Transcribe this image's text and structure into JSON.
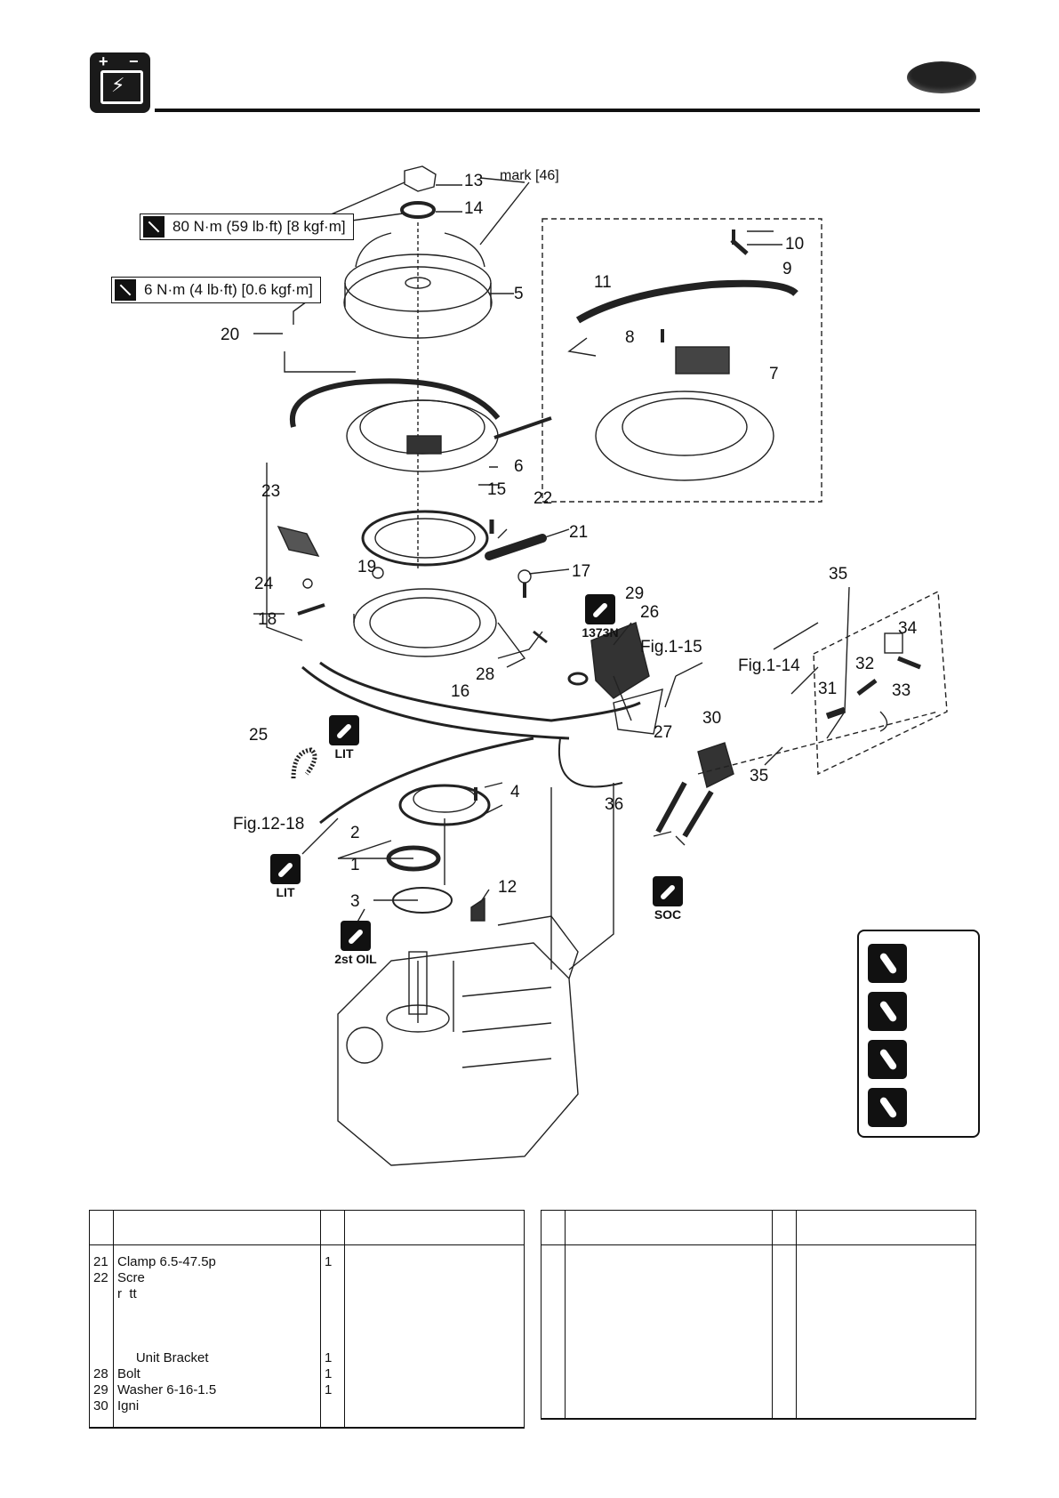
{
  "header": {
    "battery_plus": "+",
    "battery_minus": "−",
    "bolt_glyph": "⚡"
  },
  "diagram": {
    "mark_label": "mark [46]",
    "torque_specs": [
      "80 N·m (59 lb·ft) [8 kgf·m]",
      "6 N·m (4 lb·ft) [0.6 kgf·m]"
    ],
    "part_callouts": [
      "1",
      "2",
      "3",
      "4",
      "5",
      "6",
      "7",
      "8",
      "9",
      "10",
      "11",
      "12",
      "13",
      "14",
      "15",
      "16",
      "17",
      "18",
      "19",
      "20",
      "21",
      "22",
      "23",
      "24",
      "25",
      "26",
      "27",
      "28",
      "29",
      "30",
      "31",
      "32",
      "33",
      "34",
      "35",
      "36"
    ],
    "figure_refs": [
      "Fig.1-15",
      "Fig.1-14",
      "Fig.12-18"
    ],
    "badges": [
      {
        "code": "1373N",
        "glyph": "1373N"
      },
      {
        "code": "LIT",
        "glyph": "LIT"
      },
      {
        "code": "LIT",
        "glyph": "LIT"
      },
      {
        "code": "SOC",
        "glyph": "SOC"
      },
      {
        "code": "2st OIL",
        "glyph": "2st OIL"
      }
    ]
  },
  "parts_table": {
    "left": {
      "rows": [
        {
          "no": "21",
          "name": "Clamp 6.5-47.5p",
          "qty": "1",
          "remarks": ""
        },
        {
          "no": "22",
          "name": "Scre",
          "qty": "",
          "remarks": ""
        },
        {
          "no": "",
          "name": "r  tt",
          "qty": "",
          "remarks": ""
        },
        {
          "no": "",
          "name": "",
          "qty": "",
          "remarks": ""
        },
        {
          "no": "",
          "name": "",
          "qty": "",
          "remarks": ""
        },
        {
          "no": "",
          "name": "",
          "qty": "",
          "remarks": ""
        },
        {
          "no": "",
          "name": "     Unit Bracket",
          "qty": "1",
          "remarks": ""
        },
        {
          "no": "28",
          "name": "Bolt",
          "qty": "1",
          "remarks": ""
        },
        {
          "no": "29",
          "name": "Washer 6-16-1.5",
          "qty": "1",
          "remarks": ""
        },
        {
          "no": "30",
          "name": "Igni",
          "qty": "",
          "remarks": ""
        }
      ]
    }
  }
}
